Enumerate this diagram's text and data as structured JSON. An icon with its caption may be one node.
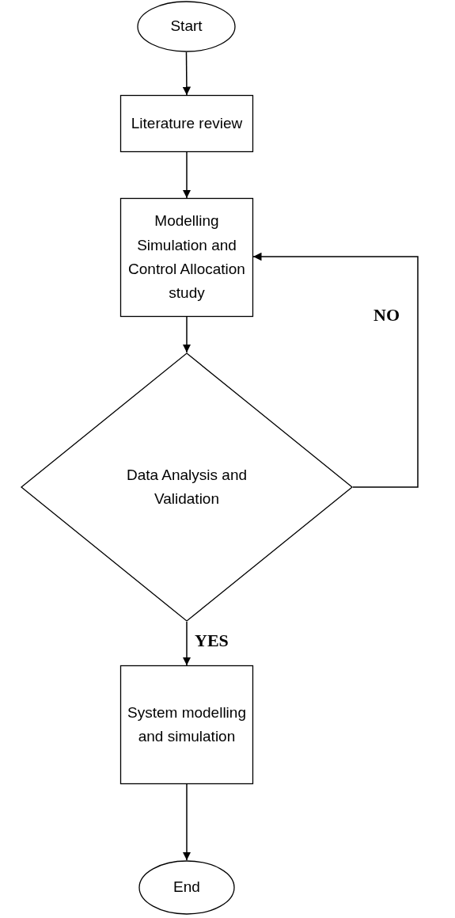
{
  "diagram": {
    "nodes": [
      {
        "text": [
          "Start"
        ]
      },
      {
        "text": [
          "Literature review"
        ]
      },
      {
        "text": [
          "Modelling Simulation and Control Allocation study"
        ]
      },
      {
        "text": [
          "Data Analysis and Validation"
        ]
      },
      {
        "text": [
          "System modelling and simulation"
        ]
      },
      {
        "text": [
          "End"
        ]
      }
    ],
    "edges": [
      {
        "from": 0,
        "to": 1,
        "arrow": "to"
      },
      {
        "from": 1,
        "to": 2,
        "arrow": "to"
      },
      {
        "from": 2,
        "to": 3,
        "arrow": "to"
      },
      {
        "from": 3,
        "to": 2,
        "arrow": "to",
        "label": "NO"
      },
      {
        "from": 3,
        "to": 4,
        "arrow": "to",
        "label": "YES"
      },
      {
        "from": 4,
        "to": 5,
        "arrow": "to"
      }
    ]
  }
}
